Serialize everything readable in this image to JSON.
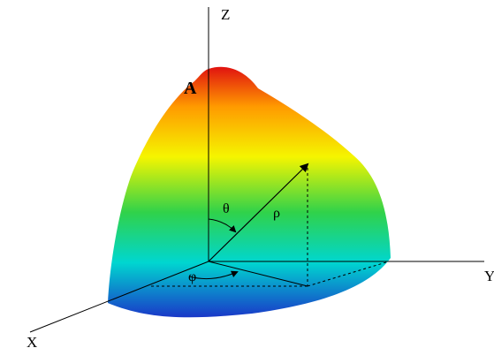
{
  "labels": {
    "z_axis": "Z",
    "y_axis": "Y",
    "x_axis": "X",
    "point": "A",
    "theta": "θ",
    "phi": "φ",
    "rho": "ρ"
  },
  "colors": {
    "top": "#e01010",
    "upper": "#ff9a00",
    "middle": "#f5f500",
    "lower_mid": "#30d24a",
    "low": "#00d6d0",
    "bottom": "#1a36c8"
  }
}
